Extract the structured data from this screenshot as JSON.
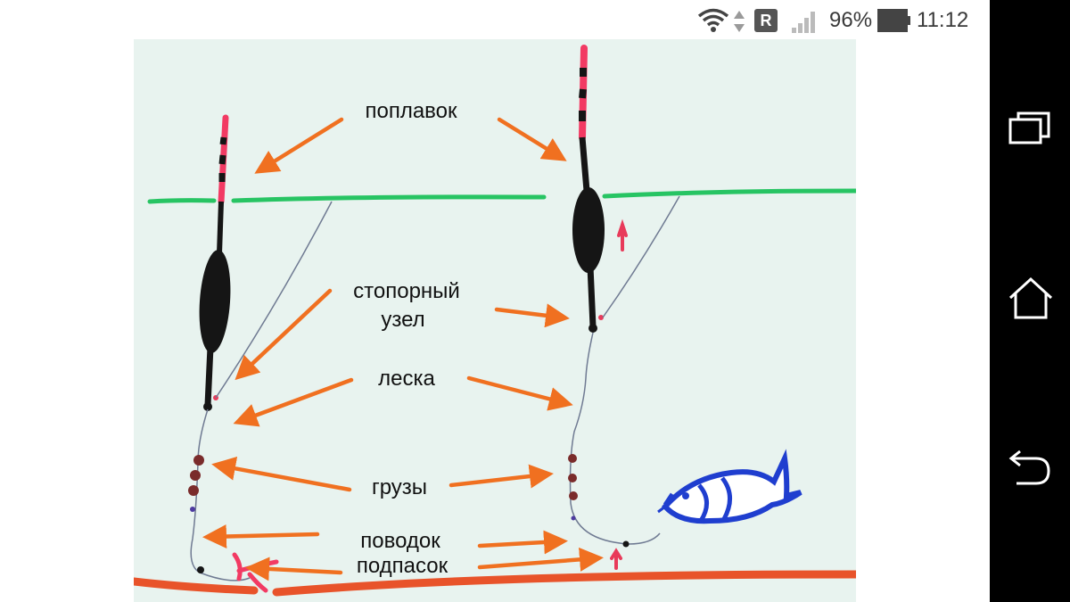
{
  "status_bar": {
    "badge": "R",
    "battery": "96%",
    "time": "11:12"
  },
  "nav_bar": {
    "buttons": [
      "recents",
      "home",
      "back"
    ]
  },
  "photo": {
    "labels": {
      "float": "поплавок",
      "stopper_line1": "стопорный",
      "stopper_line2": "узел",
      "line": "леска",
      "weights": "грузы",
      "leader": "поводок",
      "sinker": "подпасок"
    },
    "colors": {
      "water": "#27c463",
      "bottom": "#e8532a",
      "arrows": "#f07020",
      "fish": "#1f3ecf",
      "float_tip": "#f23a63",
      "float_body": "#151515"
    }
  }
}
